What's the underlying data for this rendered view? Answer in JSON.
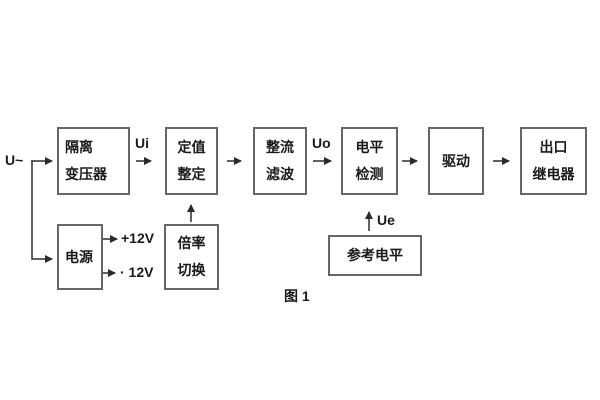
{
  "figure": {
    "caption": "图 1",
    "colors": {
      "line": "#2b2b2b",
      "box_border": "#666666",
      "text": "#1a1a1a",
      "background": "#ffffff"
    }
  },
  "signals": {
    "input": "U~",
    "ui": "Ui",
    "uo": "Uo",
    "ue": "Ue",
    "rail_positive": "+12V",
    "rail_negative": "· 12V"
  },
  "blocks": {
    "isolation_transformer": {
      "lines": [
        "隔离",
        "变压器"
      ]
    },
    "setpoint_setting": {
      "lines": [
        "定值",
        "整定"
      ]
    },
    "rectifier_filter": {
      "lines": [
        "整流",
        "滤波"
      ]
    },
    "level_detection": {
      "lines": [
        "电平",
        "检测"
      ]
    },
    "driver": {
      "lines": [
        "驱动"
      ]
    },
    "output_relay": {
      "lines": [
        "出口",
        "继电器"
      ]
    },
    "power_supply": {
      "lines": [
        "电源"
      ]
    },
    "ratio_switching": {
      "lines": [
        "倍率",
        "切换"
      ]
    },
    "reference_level": {
      "lines": [
        "参考电平"
      ]
    }
  }
}
